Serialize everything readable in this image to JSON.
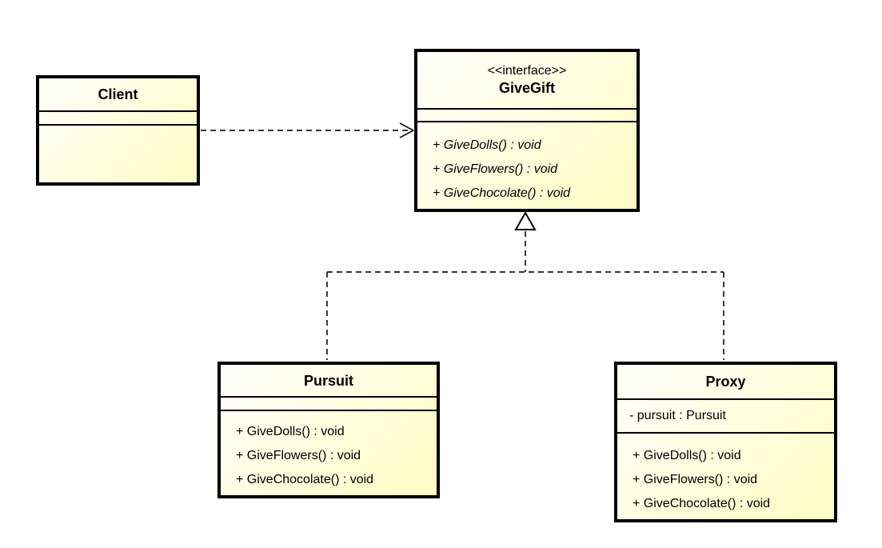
{
  "diagram": {
    "kind": "uml-class-diagram",
    "pattern": "Proxy pattern",
    "colors": {
      "box_fill_light": "#fffffc",
      "box_fill_yellow": "#fdfcc2",
      "border": "#000000",
      "connector": "#1a1a1a",
      "background": "#ffffff"
    },
    "classes": {
      "client": {
        "name": "Client",
        "stereotype": "",
        "attributes": [],
        "methods": []
      },
      "givegift": {
        "name": "GiveGift",
        "stereotype": "<<interface>>",
        "attributes": [],
        "methods": [
          "+ GiveDolls() : void",
          "+ GiveFlowers() : void",
          "+ GiveChocolate() : void"
        ],
        "methods_style": "italic"
      },
      "pursuit": {
        "name": "Pursuit",
        "stereotype": "",
        "attributes": [],
        "methods": [
          "+ GiveDolls() : void",
          "+ GiveFlowers() : void",
          "+ GiveChocolate() : void"
        ]
      },
      "proxy": {
        "name": "Proxy",
        "stereotype": "",
        "attributes": [
          "- pursuit : Pursuit"
        ],
        "methods": [
          "+ GiveDolls() : void",
          "+ GiveFlowers() : void",
          "+ GiveChocolate() : void"
        ]
      }
    },
    "relations": [
      {
        "from": "Client",
        "to": "GiveGift",
        "type": "dependency",
        "line": "dashed",
        "arrowhead": "open"
      },
      {
        "from": "Pursuit",
        "to": "GiveGift",
        "type": "realization",
        "line": "dashed",
        "arrowhead": "hollow-triangle"
      },
      {
        "from": "Proxy",
        "to": "GiveGift",
        "type": "realization",
        "line": "dashed",
        "arrowhead": "hollow-triangle"
      }
    ]
  }
}
